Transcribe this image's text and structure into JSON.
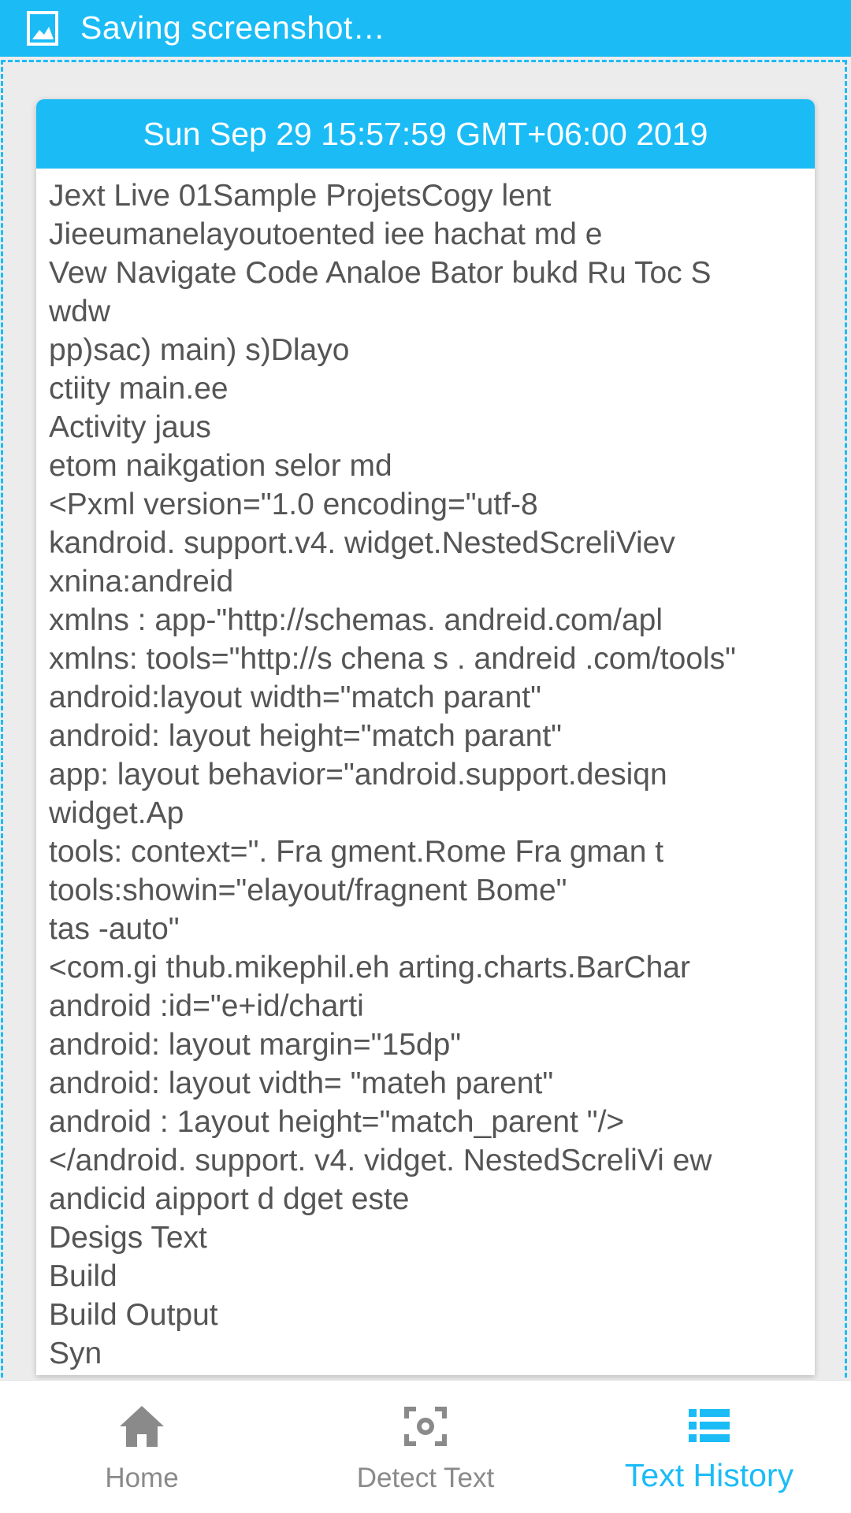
{
  "status_bar": {
    "text": "Saving screenshot…",
    "icon": "image-icon"
  },
  "card": {
    "header": "Sun Sep 29 15:57:59 GMT+06:00 2019",
    "lines": [
      "Jext Live 01Sample ProjetsCogy lent",
      "Jieeumanelayoutoented iee hachat md e",
      "Vew Navigate Code Analoe Bator bukd Ru Toc S",
      "wdw",
      "pp)sac) main) s)Dlayo",
      "ctiity main.ee",
      "Activity jaus",
      "etom naikgation selor md",
      "<Pxml version=\"1.0 encoding=\"utf-8",
      "kandroid. support.v4. widget.NestedScreliViev",
      "xnina:andreid",
      "xmlns : app-\"http://schemas. andreid.com/apl",
      "xmlns: tools=\"http://s chena s . andreid .com/tools\"",
      "android:layout width=\"match parant\"",
      "android: layout height=\"match parant\"",
      "app: layout behavior=\"android.support.desiqn",
      "widget.Ap",
      "tools: context=\". Fra gment.Rome Fra gman t",
      "tools:showin=\"elayout/fragnent Bome\"",
      "tas -auto\"",
      "<com.gi thub.mikephil.eh arting.charts.BarChar",
      "android :id=\"e+id/charti",
      "android: layout margin=\"15dp\"",
      "android: layout vidth= \"mateh parent\"",
      "android : 1ayout height=\"match_parent \"/>",
      "</android. support. v4. vidget. NestedScreliVi ew",
      "andicid aipport d dget este",
      "Desigs Text",
      "Build",
      "Build Output",
      "Syn"
    ]
  },
  "bottom_nav": {
    "items": [
      {
        "label": "Home",
        "icon": "home-icon",
        "active": false
      },
      {
        "label": "Detect Text",
        "icon": "detect-text-icon",
        "active": false
      },
      {
        "label": "Text History",
        "icon": "list-icon",
        "active": true
      }
    ]
  },
  "colors": {
    "accent": "#1bbcf6",
    "inactive": "#8a8a8a",
    "text": "#555555"
  }
}
